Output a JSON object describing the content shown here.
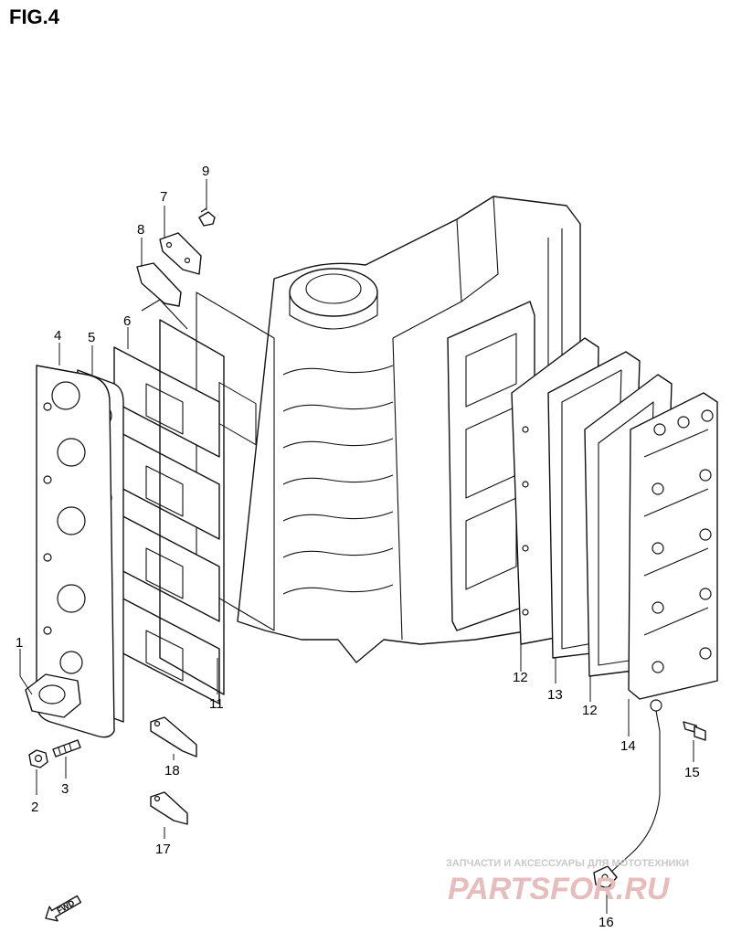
{
  "figure": {
    "title": "FIG.4"
  },
  "callouts": [
    {
      "id": "c1",
      "label": "1"
    },
    {
      "id": "c2",
      "label": "2"
    },
    {
      "id": "c3",
      "label": "3"
    },
    {
      "id": "c4",
      "label": "4"
    },
    {
      "id": "c5",
      "label": "5"
    },
    {
      "id": "c6",
      "label": "6"
    },
    {
      "id": "c7",
      "label": "7"
    },
    {
      "id": "c8",
      "label": "8"
    },
    {
      "id": "c9",
      "label": "9"
    },
    {
      "id": "c11",
      "label": "11"
    },
    {
      "id": "c12a",
      "label": "12"
    },
    {
      "id": "c13",
      "label": "13"
    },
    {
      "id": "c12b",
      "label": "12"
    },
    {
      "id": "c14",
      "label": "14"
    },
    {
      "id": "c15",
      "label": "15"
    },
    {
      "id": "c16",
      "label": "16"
    },
    {
      "id": "c17",
      "label": "17"
    },
    {
      "id": "c18",
      "label": "18"
    }
  ],
  "direction_arrow": {
    "label": "FWD"
  },
  "watermark": {
    "line1": "ЗАПЧАСТИ И АКСЕССУАРЫ ДЛЯ МОТОТЕХНИКИ",
    "line2": "PARTSFOR.RU"
  }
}
